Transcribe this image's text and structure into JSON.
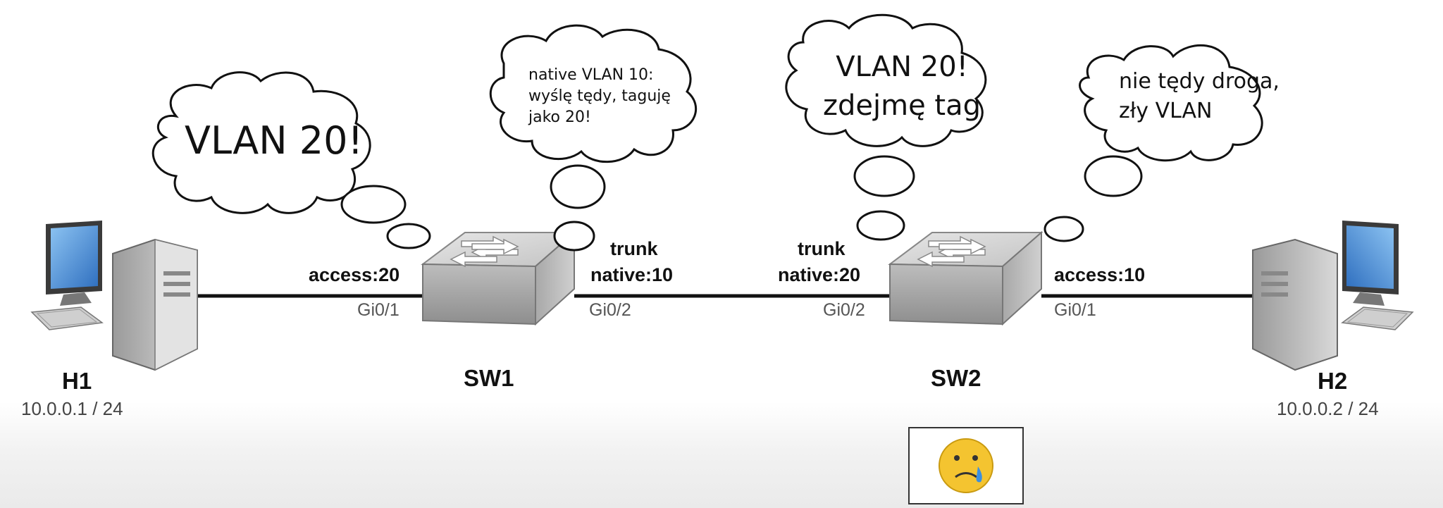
{
  "nodes": {
    "h1": {
      "name": "H1",
      "ip": "10.0.0.1 / 24"
    },
    "sw1": {
      "name": "SW1"
    },
    "sw2": {
      "name": "SW2"
    },
    "h2": {
      "name": "H2",
      "ip": "10.0.0.2 / 24"
    }
  },
  "ports": {
    "sw1_left": {
      "mode": "access:20",
      "iface": "Gi0/1"
    },
    "sw1_right": {
      "mode_top": "trunk",
      "mode": "native:10",
      "iface": "Gi0/2"
    },
    "sw2_left": {
      "mode_top": "trunk",
      "mode": "native:20",
      "iface": "Gi0/2"
    },
    "sw2_right": {
      "mode": "access:10",
      "iface": "Gi0/1"
    }
  },
  "thoughts": {
    "h1": [
      "VLAN 20!"
    ],
    "sw1": [
      "native VLAN 10:",
      "wyślę tędy, taguję",
      "jako 20!"
    ],
    "sw2": [
      "VLAN 20!",
      "zdejmę tag"
    ],
    "h2": [
      "nie tędy droga,",
      "zły VLAN"
    ]
  },
  "colors": {
    "link": "#111111",
    "switch_top": "#d8d8d8",
    "switch_side": "#a9a9a9",
    "screen": "#4d8fd6",
    "emoji": "#f4c430"
  }
}
